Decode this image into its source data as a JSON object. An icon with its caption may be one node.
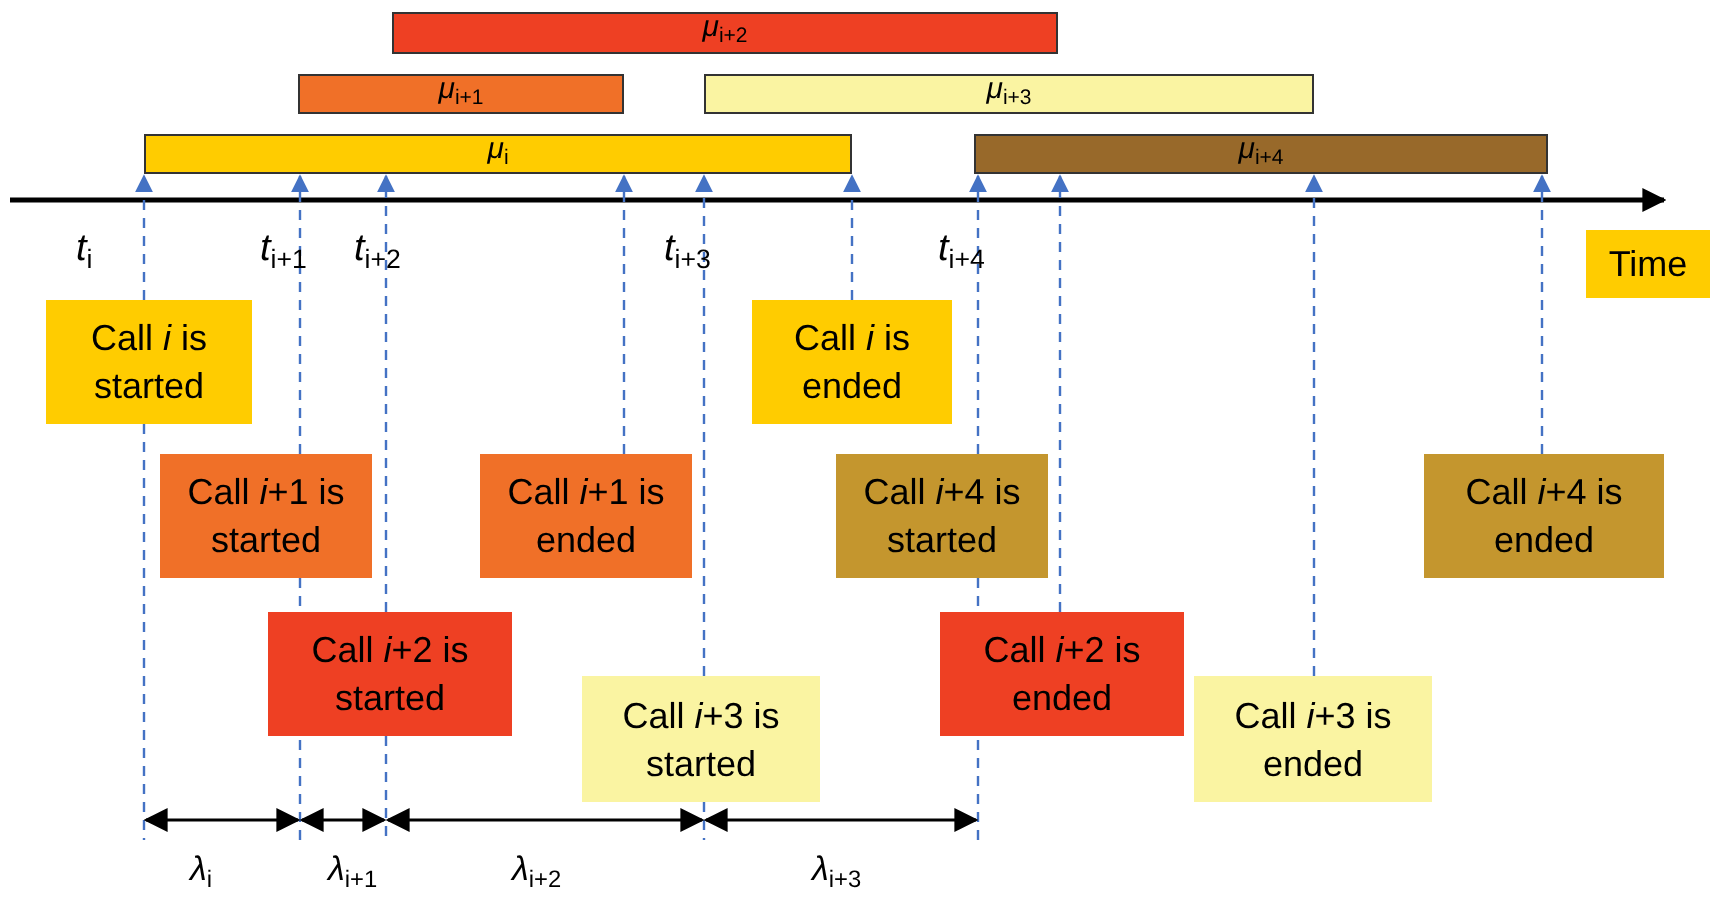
{
  "diagram": {
    "nodes": [
      {
        "text": [
          "*μ*$_{i+2}$"
        ]
      },
      {
        "text": [
          "*μ*$_{i+1}$"
        ]
      },
      {
        "text": [
          "*μ*$_{i+3}$"
        ]
      },
      {
        "text": [
          "*μ*$_{i}$"
        ]
      },
      {
        "text": [
          "*μ*$_{i+4}$"
        ]
      },
      {
        "text": [
          "Time"
        ]
      },
      {
        "text": [
          "Call *i* is started"
        ]
      },
      {
        "text": [
          "Call *i* is ended"
        ]
      },
      {
        "text": [
          "Call *i*+1 is started"
        ]
      },
      {
        "text": [
          "Call *i*+1 is ended"
        ]
      },
      {
        "text": [
          "Call *i*+4 is started"
        ]
      },
      {
        "text": [
          "Call *i*+4 is ended"
        ]
      },
      {
        "text": [
          "Call *i*+2 is started"
        ]
      },
      {
        "text": [
          "Call *i*+2 is ended"
        ]
      },
      {
        "text": [
          "Call *i*+3 is started"
        ]
      },
      {
        "text": [
          "Call *i*+3 is ended"
        ]
      }
    ],
    "edges": [
      {
        "from": 6,
        "to": 3,
        "arrow": "to",
        "style": "dashed"
      },
      {
        "from": 8,
        "to": 3,
        "arrow": "to",
        "style": "dashed"
      },
      {
        "from": 12,
        "to": 3,
        "arrow": "to",
        "style": "dashed"
      },
      {
        "from": 9,
        "to": 3,
        "arrow": "to",
        "style": "dashed"
      },
      {
        "from": 14,
        "to": 3,
        "arrow": "to",
        "style": "dashed"
      },
      {
        "from": 7,
        "to": 3,
        "arrow": "to",
        "style": "dashed"
      },
      {
        "from": 10,
        "to": 4,
        "arrow": "to",
        "style": "dashed"
      },
      {
        "from": 13,
        "to": 4,
        "arrow": "to",
        "style": "dashed"
      },
      {
        "from": 15,
        "to": 4,
        "arrow": "to",
        "style": "dashed"
      },
      {
        "from": 11,
        "to": 4,
        "arrow": "to",
        "style": "dashed"
      }
    ],
    "labels": [
      "*t*$_{i}$",
      "*t*$_{i+1}$",
      "*t*$_{i+2}$",
      "*t*$_{i+3}$",
      "*t*$_{i+4}$",
      "*λ*$_{i}$",
      "*λ*$_{i+1}$",
      "*λ*$_{i+2}$",
      "*λ*$_{i+3}$"
    ]
  }
}
